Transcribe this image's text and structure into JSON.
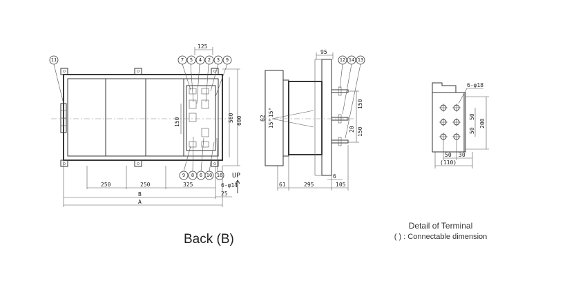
{
  "captions": {
    "back_view": "Back (B)",
    "terminal_title": "Detail of Terminal",
    "terminal_note": "(    ) : Connectable dimension"
  },
  "back_view": {
    "dims": {
      "top_125": "125",
      "h_150": "150",
      "h_560": "560",
      "h_600": "600",
      "w_250_a": "250",
      "w_250_b": "250",
      "w_325": "325",
      "w_25": "25",
      "B": "B",
      "A": "A",
      "holes": "6-φ14",
      "up": "UP"
    },
    "bubbles_top": [
      "7",
      "5",
      "4",
      "2",
      "3",
      "9"
    ],
    "bubbles_bottom": [
      "9",
      "8",
      "6",
      "10"
    ],
    "bubble_left": "11",
    "bubble_right": "16"
  },
  "side_view": {
    "dims": {
      "top_95": "95",
      "v_62": "62",
      "v_15": "15°",
      "v_15b": "15°",
      "v_150_a": "150",
      "v_20": "20",
      "v_150_b": "150",
      "b_61": "61",
      "b_295": "295",
      "b_105": "105",
      "b_6": "6"
    },
    "bubbles": [
      "12",
      "14",
      "13"
    ]
  },
  "terminal": {
    "dims": {
      "holes": "6-φ18",
      "v_50a": "50",
      "v_50b": "50",
      "v_200": "200",
      "h_50a": "50",
      "h_30": "30",
      "h_110": "(110)"
    }
  }
}
